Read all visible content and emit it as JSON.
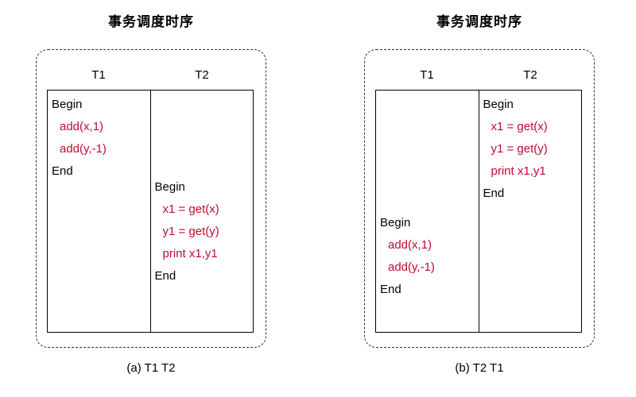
{
  "colors": {
    "operation_text": "#bf0a30",
    "plain_text": "#000000",
    "border": "#000000",
    "dashed_border": "#333333"
  },
  "panels": [
    {
      "title": "事务调度时序",
      "caption": "(a) T1 T2",
      "columns": [
        {
          "header": "T1",
          "lines": [
            "Begin",
            "add(x,1)",
            "add(y,-1)",
            "End"
          ]
        },
        {
          "header": "T2",
          "lines": [
            "Begin",
            "x1 = get(x)",
            "y1 = get(y)",
            "print x1,y1",
            "End"
          ]
        }
      ]
    },
    {
      "title": "事务调度时序",
      "caption": "(b) T2 T1",
      "columns": [
        {
          "header": "T1",
          "lines": [
            "Begin",
            "add(x,1)",
            "add(y,-1)",
            "End"
          ]
        },
        {
          "header": "T2",
          "lines": [
            "Begin",
            "x1 = get(x)",
            "y1 = get(y)",
            "print x1,y1",
            "End"
          ]
        }
      ]
    }
  ]
}
